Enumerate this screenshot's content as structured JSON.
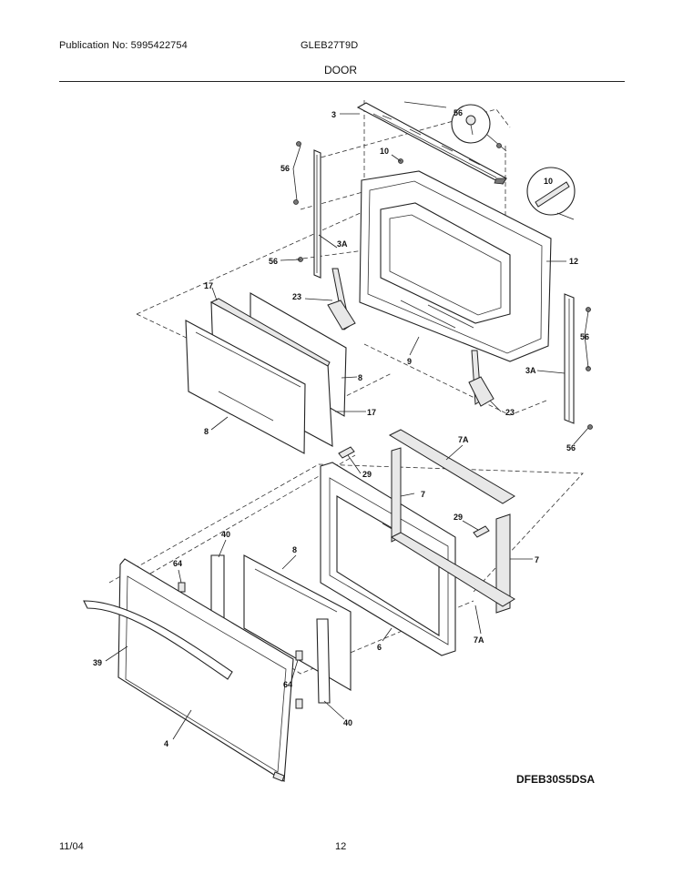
{
  "header": {
    "publication": "Publication No: 5995422754",
    "model": "GLEB27T9D",
    "section": "DOOR"
  },
  "diagram": {
    "code": "DFEB30S5DSA",
    "callouts": {
      "p3": "3",
      "p56a": "56",
      "p10a": "10",
      "p56b": "56",
      "p10b": "10",
      "p3a_left": "3A",
      "p56c": "56",
      "p12": "12",
      "p17a": "17",
      "p23a": "23",
      "p56d": "56",
      "p9": "9",
      "p3a_right": "3A",
      "p8a": "8",
      "p17b": "17",
      "p23b": "23",
      "p8b": "8",
      "p56e": "56",
      "p7a_top": "7A",
      "p29a": "29",
      "p7_top": "7",
      "p29b": "29",
      "p7_right": "7",
      "p40a": "40",
      "p8c": "8",
      "p64a": "64",
      "p6": "6",
      "p7a_bottom": "7A",
      "p39": "39",
      "p64b": "64",
      "p4": "4",
      "p40b": "40"
    }
  },
  "footer": {
    "date": "11/04",
    "page": "12"
  }
}
